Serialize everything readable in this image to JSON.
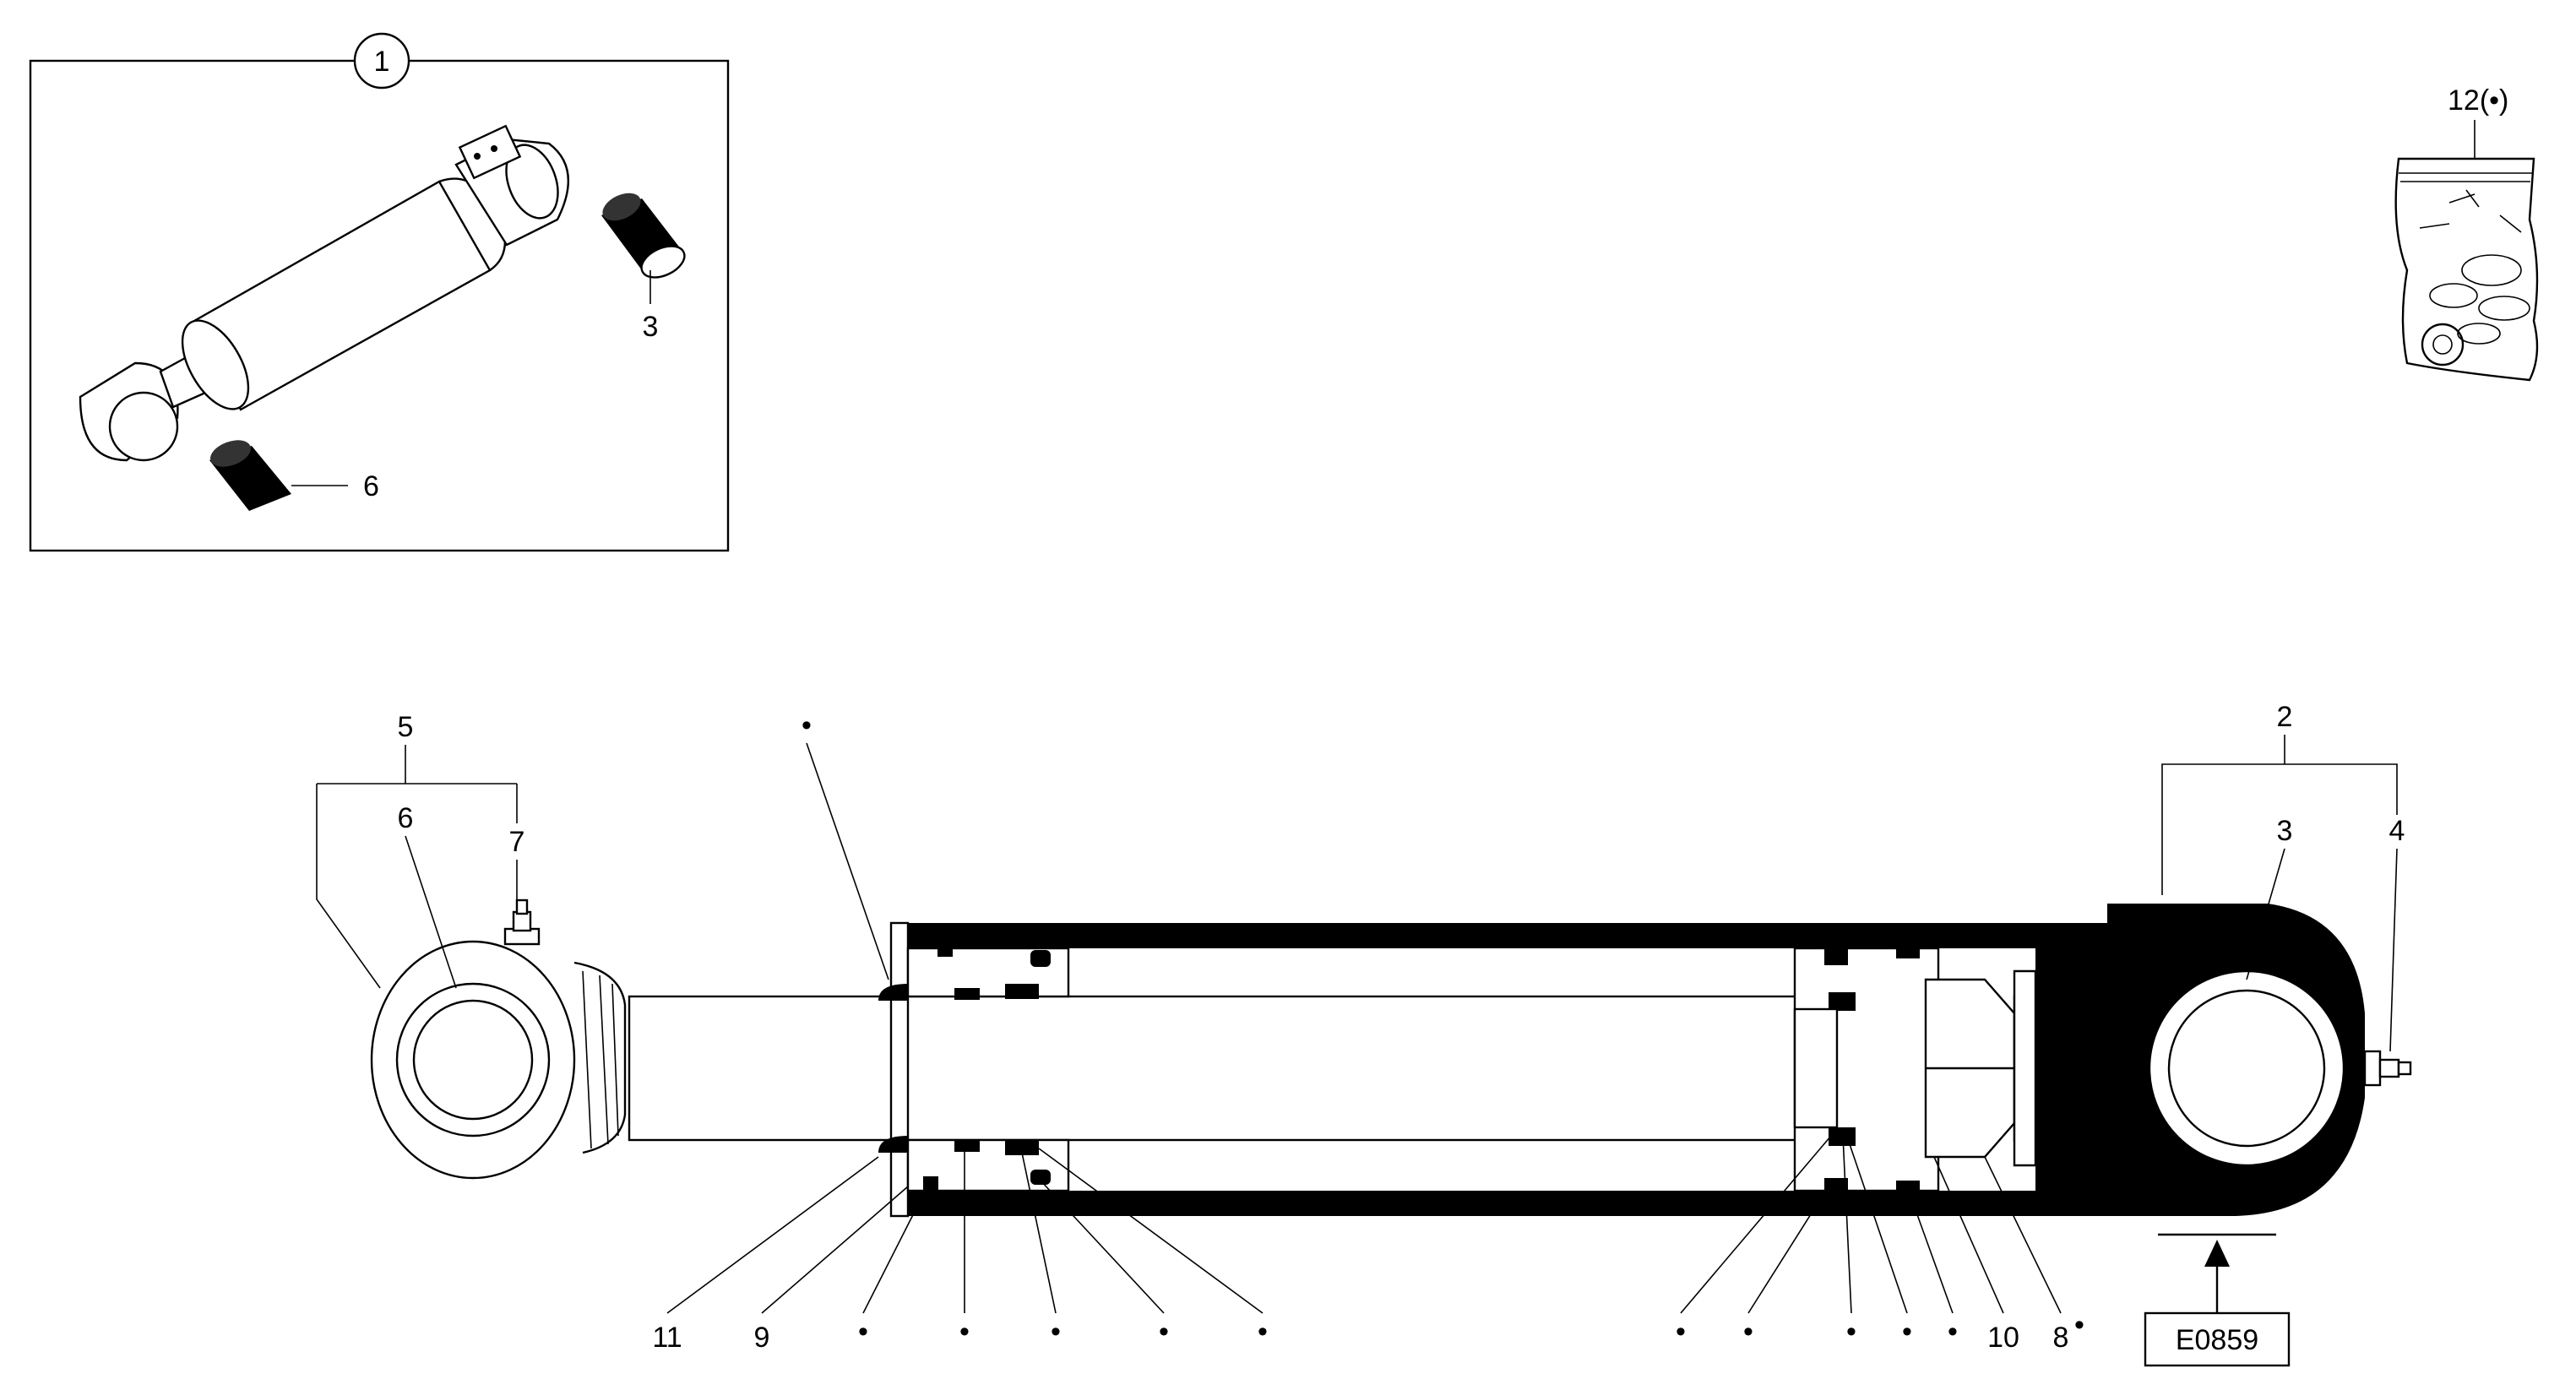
{
  "kit_label": "1",
  "inset_labels": {
    "bushing_top": "3",
    "bushing_bottom": "6"
  },
  "bag_label": "12(•)",
  "main_labels": {
    "l5": "5",
    "l6": "6",
    "l7": "7",
    "l2": "2",
    "l3": "3",
    "l4": "4",
    "l11": "11",
    "l9": "9",
    "l10": "10",
    "l8": "8"
  },
  "bullet_symbol": "•",
  "figure_code": "E0859"
}
